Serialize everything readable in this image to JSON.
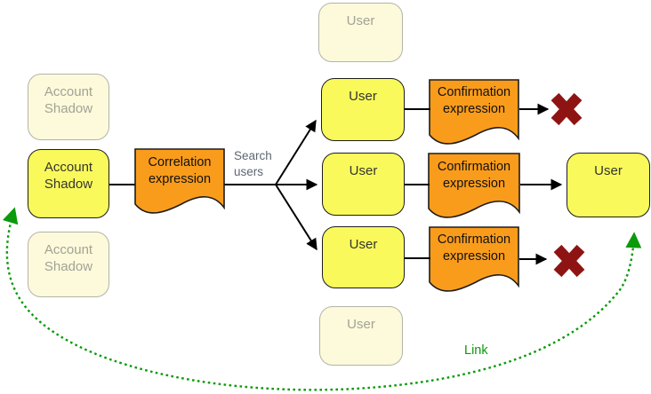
{
  "diagram_title": "correlation-and-confirmation-flow",
  "nodes": {
    "shadow_faded_top": {
      "label": "Account Shadow",
      "state": "candidate"
    },
    "shadow_active": {
      "label": "Account Shadow",
      "state": "active"
    },
    "shadow_faded_bottom": {
      "label": "Account Shadow",
      "state": "candidate"
    },
    "user_faded_top": {
      "label": "User",
      "state": "candidate"
    },
    "user_top": {
      "label": "User",
      "state": "active"
    },
    "user_middle": {
      "label": "User",
      "state": "active"
    },
    "user_bottom": {
      "label": "User",
      "state": "active"
    },
    "user_faded_bottom": {
      "label": "User",
      "state": "candidate"
    },
    "user_result": {
      "label": "User",
      "state": "active"
    }
  },
  "expressions": {
    "correlation": {
      "label": "Correlation expression"
    },
    "confirmation_top": {
      "label": "Confirmation expression"
    },
    "confirmation_middle": {
      "label": "Confirmation expression"
    },
    "confirmation_bottom": {
      "label": "Confirmation expression"
    }
  },
  "annotations": {
    "search_users": "Search users",
    "link": "Link"
  },
  "markers": {
    "reject_top": "x-mark",
    "reject_bottom": "x-mark"
  },
  "colors": {
    "node_active_fill": "#f9f95c",
    "node_faded_fill": "#fcfadb",
    "expression_fill": "#fa9c1b",
    "reject_x": "#8e1414",
    "link_green": "#0a9a0a",
    "arrow_black": "#000000",
    "faded_text": "#a3a296",
    "search_label_text": "#5e6772"
  }
}
